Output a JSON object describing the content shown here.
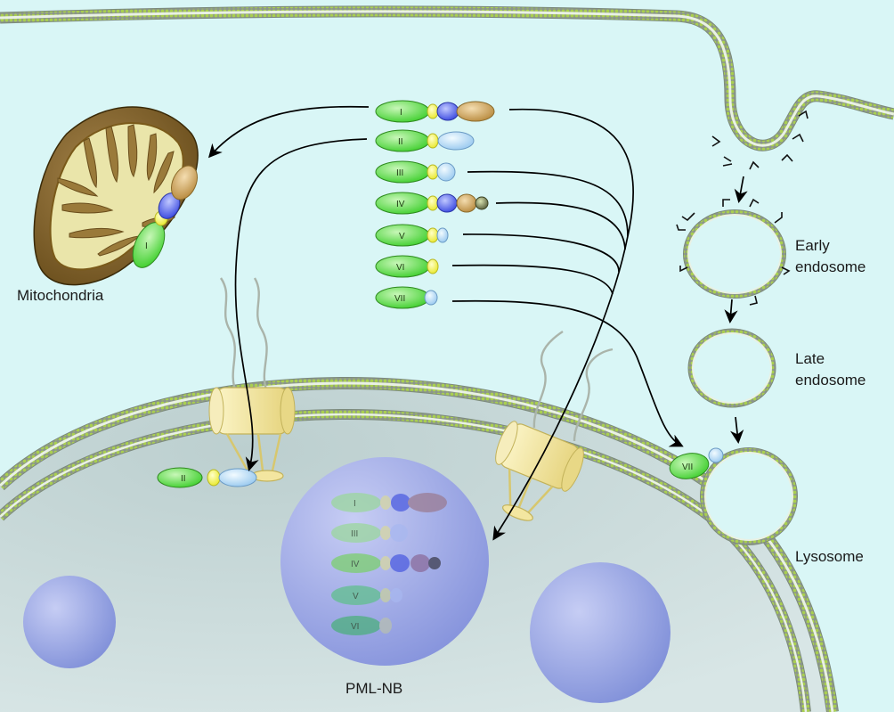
{
  "labels": {
    "mitochondria": "Mitochondria",
    "early_endosome": [
      "Early",
      "endosome"
    ],
    "late_endosome": [
      "Late",
      "endosome"
    ],
    "lysosome": "Lysosome",
    "pml_nb": "PML-NB"
  },
  "isoforms": [
    "I",
    "II",
    "III",
    "IV",
    "V",
    "VI",
    "VII"
  ],
  "nuclear_isoforms": [
    "I",
    "III",
    "IV",
    "V",
    "VI"
  ],
  "bound_labels": {
    "mitochondria": "I",
    "nuclear_pore": "II",
    "lysosome": "VII"
  },
  "colors": {
    "cytoplasm": "#d9f6f6",
    "nucleus": "#c4d6d6",
    "membrane_bead": "#a9cf50",
    "membrane_line": "#7a8a7a",
    "ring_domain": "#5ed94c",
    "bbox_domain": "#f2f24a",
    "coil_blue": "#6a7cf0",
    "coil_light": "#bde0f6",
    "c_term": "#c29a5a",
    "pml_nb": "#8f9ce0",
    "mitochondria": "#8a6a2a",
    "pore": "#f3e8a0"
  }
}
